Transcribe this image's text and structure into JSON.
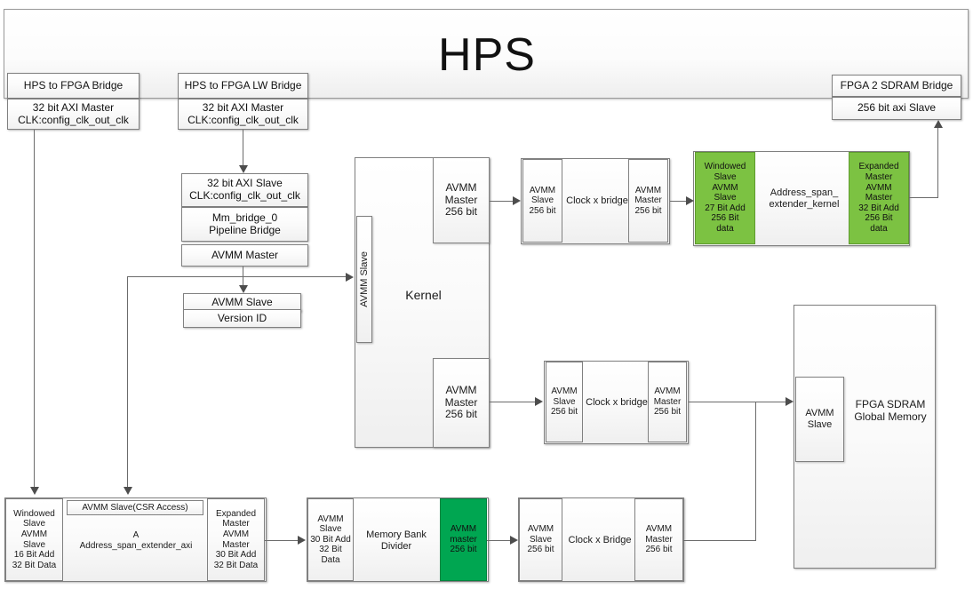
{
  "diagram": {
    "title": "HPS",
    "colors": {
      "green_light": "#7cc242",
      "green_dark": "#00a651",
      "block_border": "#808080",
      "line": "#6b6b6b"
    }
  },
  "hps": {
    "title": "HPS",
    "bridges": {
      "hps_to_fpga": {
        "name": "HPS to FPGA Bridge",
        "detail": "32 bit AXI Master\nCLK:config_clk_out_clk"
      },
      "hps_to_fpga_lw": {
        "name": "HPS to FPGA LW Bridge",
        "detail": "32 bit AXI Master\nCLK:config_clk_out_clk"
      },
      "fpga_2_sdram": {
        "name": "FPGA 2 SDRAM Bridge",
        "detail": "256 bit axi Slave"
      }
    }
  },
  "pipeline_bridge": {
    "slave": "32 bit AXI Slave\nCLK:config_clk_out_clk",
    "body": "Mm_bridge_0\nPipeline Bridge",
    "master": "AVMM Master"
  },
  "version_id": {
    "slave": "AVMM Slave",
    "body": "Version ID"
  },
  "kernel": {
    "title": "Kernel",
    "slave_port": "AVMM Slave",
    "master_top": "AVMM\nMaster\n256 bit",
    "master_bottom": "AVMM\nMaster\n256 bit"
  },
  "clock_bridge_top": {
    "slave": "AVMM\nSlave\n256 bit",
    "body": "Clock x bridge",
    "master": "AVMM\nMaster\n256 bit"
  },
  "clock_bridge_mid": {
    "slave": "AVMM\nSlave\n256 bit",
    "body": "Clock x bridge",
    "master": "AVMM\nMaster\n256 bit"
  },
  "clock_bridge_bottom": {
    "slave": "AVMM\nSlave\n256 bit",
    "body": "Clock x Bridge",
    "master": "AVMM\nMaster\n256 bit"
  },
  "address_span_extender_kernel": {
    "slave": "Windowed\nSlave\nAVMM\nSlave\n27 Bit Add\n256 Bit\ndata",
    "body": "Address_span_\nextender_kernel",
    "master": "Expanded\nMaster\nAVMM\nMaster\n32 Bit Add\n256 Bit\ndata"
  },
  "address_span_extender_axi": {
    "slave": "Windowed\nSlave\nAVMM\nSlave\n16 Bit Add\n32 Bit Data",
    "csr": "AVMM Slave(CSR Access)",
    "body": "A\nAddress_span_extender_axi",
    "master": "Expanded\nMaster\nAVMM\nMaster\n30 Bit Add\n32 Bit Data"
  },
  "memory_bank_divider": {
    "slave": "AVMM\nSlave\n30 Bit Add\n32 Bit\nData",
    "body": "Memory Bank\nDivider",
    "master": "AVMM\nmaster\n256 bit"
  },
  "fpga_sdram": {
    "slave": "AVMM\nSlave",
    "title": "FPGA SDRAM\nGlobal Memory"
  }
}
